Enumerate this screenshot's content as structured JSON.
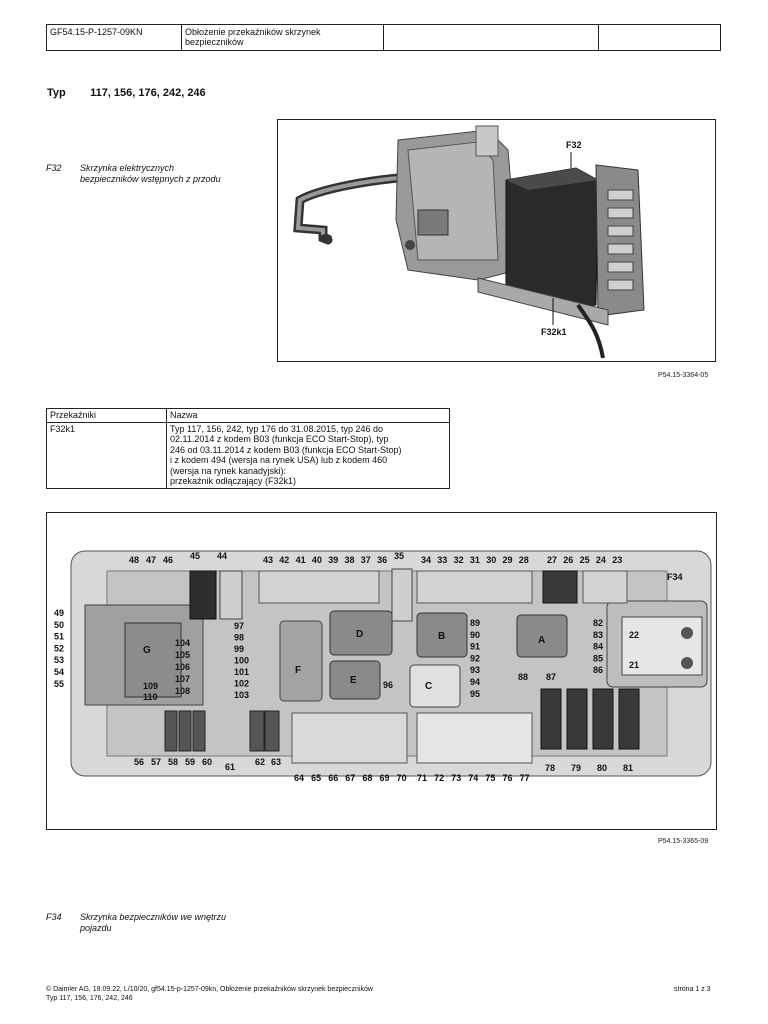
{
  "header": {
    "doc_id": "GF54.15-P-1257-09KN",
    "title": "Obłożenie przekaźników skrzynek bezpieczników"
  },
  "typ": {
    "label": "Typ",
    "models": "117, 156, 176, 242, 246"
  },
  "figure1": {
    "note_code": "F32",
    "note_line1": "Skrzynka elektrycznych",
    "note_line2": "bezpieczników wstępnych z przodu",
    "callout_f32": "F32",
    "callout_f32k1": "F32k1",
    "ref": "P54.15-3364-05"
  },
  "relay_table": {
    "col1_header": "Przekaźniki",
    "col2_header": "Nazwa",
    "row_id": "F32k1",
    "row_lines": [
      "Typ 117, 156, 242, typ 176 do 31.08.2015, typ 246 do",
      "02.11.2014 z kodem B03 (funkcja ECO Start-Stop), typ",
      "246 od 03.11.2014 z kodem B03 (funkcja ECO Start-Stop)",
      "i z kodem 494 (wersja na rynek USA) lub z kodem 460",
      "(wersja na rynek kanadyjski):",
      "przekaźnik odłączający (F32k1)"
    ]
  },
  "figure2": {
    "ref": "P54.15-3365-09",
    "top_left_fuses": [
      "48",
      "47",
      "46"
    ],
    "top_relays": [
      "45",
      "44"
    ],
    "top_mid_fuses": [
      "43",
      "42",
      "41",
      "40",
      "39",
      "38",
      "37",
      "36"
    ],
    "top_relay_35": "35",
    "top_right_fuses": [
      "34",
      "33",
      "32",
      "31",
      "30",
      "29",
      "28"
    ],
    "top_far_fuses": [
      "27",
      "26",
      "25",
      "24",
      "23"
    ],
    "f34_label": "F34",
    "left_column": [
      "49",
      "50",
      "51",
      "52",
      "53",
      "54",
      "55"
    ],
    "box_g": "G",
    "g_inner": [
      "109",
      "110"
    ],
    "col_104": [
      "104",
      "105",
      "106",
      "107",
      "108"
    ],
    "col_97": [
      "97",
      "98",
      "99",
      "100",
      "101",
      "102",
      "103"
    ],
    "box_f": "F",
    "box_d": "D",
    "box_e": "E",
    "label_96": "96",
    "box_c": "C",
    "box_b": "B",
    "col_89": [
      "89",
      "90",
      "91",
      "92",
      "93",
      "94",
      "95"
    ],
    "box_a": "A",
    "bottom_88_87": [
      "88",
      "87"
    ],
    "col_82": [
      "82",
      "83",
      "84",
      "85",
      "86"
    ],
    "relay_22": "22",
    "relay_21": "21",
    "bottom_left": [
      "56",
      "57",
      "58",
      "59",
      "60"
    ],
    "bottom_61": "61",
    "bottom_62_63": [
      "62",
      "63"
    ],
    "bottom_mid1": [
      "64",
      "65",
      "66",
      "67",
      "68",
      "69",
      "70"
    ],
    "bottom_mid2": [
      "71",
      "72",
      "73",
      "74",
      "75",
      "76",
      "77"
    ],
    "bottom_right": [
      "78",
      "79",
      "80",
      "81"
    ]
  },
  "figure2_note": {
    "code": "F34",
    "line1": "Skrzynka bezpieczników we wnętrzu",
    "line2": "pojazdu"
  },
  "footer": {
    "line1": "© Daimler AG, 19.09.22, L/10/20, gf54.15-p-1257-09kn, Obłożenie przekaźników skrzynek bezpieczników",
    "line2": "Typ 117, 156, 176, 242, 246",
    "page": "strona 1 z 3"
  }
}
